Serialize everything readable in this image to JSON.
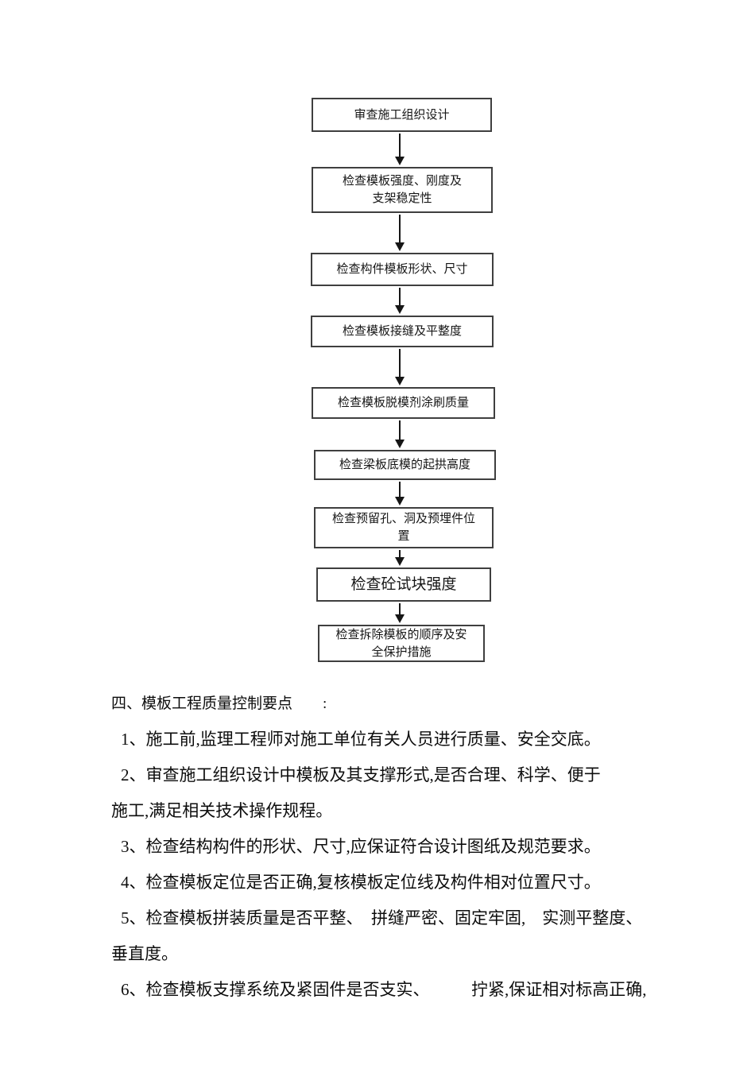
{
  "page": {
    "background_color": "#ffffff",
    "text_color": "#0d0d0d",
    "box_border_color": "#3f3f3f"
  },
  "flowchart": {
    "steps": [
      {
        "lines": [
          "审查施工组织设计"
        ]
      },
      {
        "lines": [
          "检查模板强度、刚度及",
          "支架稳定性"
        ]
      },
      {
        "lines": [
          "检查构件模板形状、尺寸"
        ]
      },
      {
        "lines": [
          "检查模板接缝及平整度"
        ]
      },
      {
        "lines": [
          "检查模板脱模剂涂刷质量"
        ]
      },
      {
        "lines": [
          "检查梁板底模的起拱高度"
        ]
      },
      {
        "lines": [
          "检查预留孔、洞及预埋件位",
          "置"
        ]
      },
      {
        "lines": [
          "检查砼试块强度"
        ]
      },
      {
        "lines": [
          "检查拆除模板的顺序及安",
          "全保护措施"
        ]
      }
    ]
  },
  "document": {
    "heading": "四、模板工程质量控制要点　　:",
    "lines": [
      {
        "text": "1、施工前,监理工程师对施工单位有关人员进行质量、安全交底。"
      },
      {
        "text": "2、审查施工组织设计中模板及其支撑形式,是否合理、科学、便于"
      },
      {
        "text": "施工,满足相关技术操作规程。"
      },
      {
        "text": "3、检查结构构件的形状、尺寸,应保证符合设计图纸及规范要求。"
      },
      {
        "text": "4、检查模板定位是否正确,复核模板定位线及构件相对位置尺寸。"
      },
      {
        "text": "5、检查模板拼装质量是否平整、　拼缝严密、固定牢固,　实测平整度、"
      },
      {
        "text": "垂直度。"
      },
      {
        "text": "6、检查模板支撑系统及紧固件是否支实、　　　拧紧,保证相对标高正确,"
      }
    ]
  }
}
